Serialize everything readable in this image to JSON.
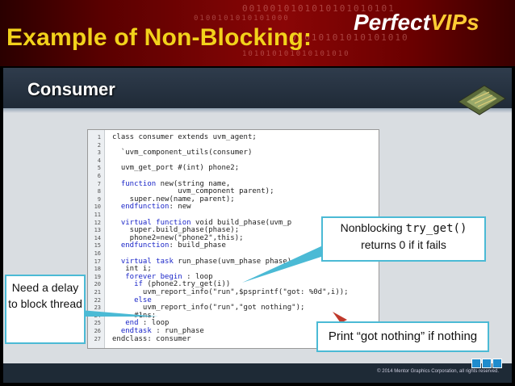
{
  "banner": {
    "title": "Example of Non-Blocking:",
    "brand_part1": "Perfect",
    "brand_part2": "VIPs",
    "binary_1": "0010010101010101010101",
    "binary_2": "0100101010101000",
    "binary_3": "01010101010101010",
    "binary_4": "101010101010101010"
  },
  "slide": {
    "title": "Consumer",
    "copyright": "© 2014 Mentor Graphics Corporation, all rights reserved."
  },
  "code": [
    {
      "n": "1",
      "kw": "",
      "text": "class consumer extends uvm_agent;"
    },
    {
      "n": "2",
      "kw": "",
      "text": ""
    },
    {
      "n": "3",
      "kw": "",
      "text": "  `uvm_component_utils(consumer)"
    },
    {
      "n": "4",
      "kw": "",
      "text": ""
    },
    {
      "n": "5",
      "kw": "",
      "text": "  uvm_get_port #(int) phone2;"
    },
    {
      "n": "6",
      "kw": "",
      "text": ""
    },
    {
      "n": "7",
      "kw": "  function",
      "text": " new(string name,"
    },
    {
      "n": "8",
      "kw": "",
      "text": "               uvm_component parent);"
    },
    {
      "n": "9",
      "kw": "",
      "text": "    super.new(name, parent);"
    },
    {
      "n": "10",
      "kw": "  endfunction",
      "text": ": new"
    },
    {
      "n": "11",
      "kw": "",
      "text": ""
    },
    {
      "n": "12",
      "kw": "  virtual function",
      "text": " void build_phase(uvm_p"
    },
    {
      "n": "13",
      "kw": "",
      "text": "    super.build_phase(phase);"
    },
    {
      "n": "14",
      "kw": "",
      "text": "    phone2=new(\"phone2\",this);"
    },
    {
      "n": "15",
      "kw": "  endfunction",
      "text": ": build_phase"
    },
    {
      "n": "16",
      "kw": "",
      "text": ""
    },
    {
      "n": "17",
      "kw": "  virtual task",
      "text": " run_phase(uvm_phase phase);"
    },
    {
      "n": "18",
      "kw": "",
      "text": "   int i;"
    },
    {
      "n": "19",
      "kw": "   forever begin",
      "text": " : loop"
    },
    {
      "n": "20",
      "kw": "     if",
      "text": " (phone2.try_get(i))"
    },
    {
      "n": "21",
      "kw": "",
      "text": "       uvm_report_info(\"run\",$psprintf(\"got: %0d\",i));"
    },
    {
      "n": "22",
      "kw": "     else",
      "text": ""
    },
    {
      "n": "23",
      "kw": "",
      "text": "       uvm_report_info(\"run\",\"got nothing\");"
    },
    {
      "n": "24",
      "kw": "",
      "text": "     #1ns;"
    },
    {
      "n": "25",
      "kw": "   end",
      "text": " : loop"
    },
    {
      "n": "26",
      "kw": "  endtask",
      "text": " : run_phase"
    },
    {
      "n": "27",
      "kw": "",
      "text": "endclass: consumer"
    }
  ],
  "callouts": {
    "nonblocking_pre": "Nonblocking ",
    "nonblocking_code": "try_get()",
    "nonblocking_line2": "returns 0 if it fails",
    "delay": "Need a delay to block thread",
    "print": "Print “got nothing” if nothing"
  },
  "colors": {
    "title_yellow": "#f2d21b",
    "callout_border": "#4bbad5",
    "keyword_blue": "#1a25c8"
  }
}
